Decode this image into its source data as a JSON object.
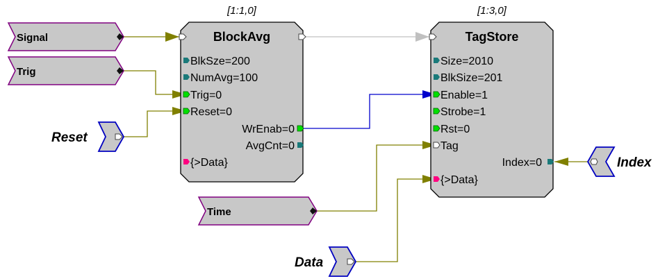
{
  "colors": {
    "block_fill": "#c8c8c8",
    "wire_olive": "#808000",
    "wire_gray": "#c0c0c0",
    "wire_blue": "#0000cc",
    "port_teal": "#1a7a7a",
    "port_green": "#00e000",
    "port_magenta": "#ff0080",
    "input_outline": "#800080",
    "param_outline": "#0000c0"
  },
  "blocks": {
    "blockavg": {
      "address": "[1:1,0]",
      "title": "BlockAvg",
      "params": [
        "BlkSze=200",
        "NumAvg=100",
        "Trig=0",
        "Reset=0"
      ],
      "outputs": [
        "WrEnab=0",
        "AvgCnt=0"
      ],
      "data_port": "{>Data}"
    },
    "tagstore": {
      "address": "[1:3,0]",
      "title": "TagStore",
      "params": [
        "Size=2010",
        "BlkSize=201",
        "Enable=1",
        "Strobe=1",
        "Rst=0",
        "Tag"
      ],
      "outputs": [
        "Index=0"
      ],
      "data_port": "{>Data}"
    }
  },
  "inputs": {
    "signal": "Signal",
    "trig": "Trig",
    "time": "Time"
  },
  "params": {
    "reset": "Reset",
    "index": "Index",
    "data": "Data"
  }
}
